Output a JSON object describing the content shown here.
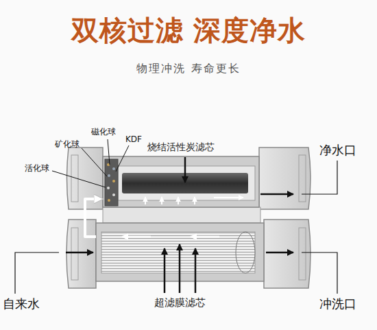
{
  "diagram": {
    "title": "双核过滤 深度净水",
    "nodes": [
      {
        "text": [
          "烧结活性炭滤芯"
        ]
      },
      {
        "text": [
          "超滤膜滤芯"
        ]
      }
    ],
    "edges": [
      {
        "from": 1,
        "to": 0,
        "arrow": "to"
      }
    ],
    "labels": [
      "物理冲洗 寿命更长",
      "矿化球",
      "磁化球",
      "KDF",
      "活化球",
      "净水口",
      "自来水",
      "冲洗口"
    ]
  }
}
